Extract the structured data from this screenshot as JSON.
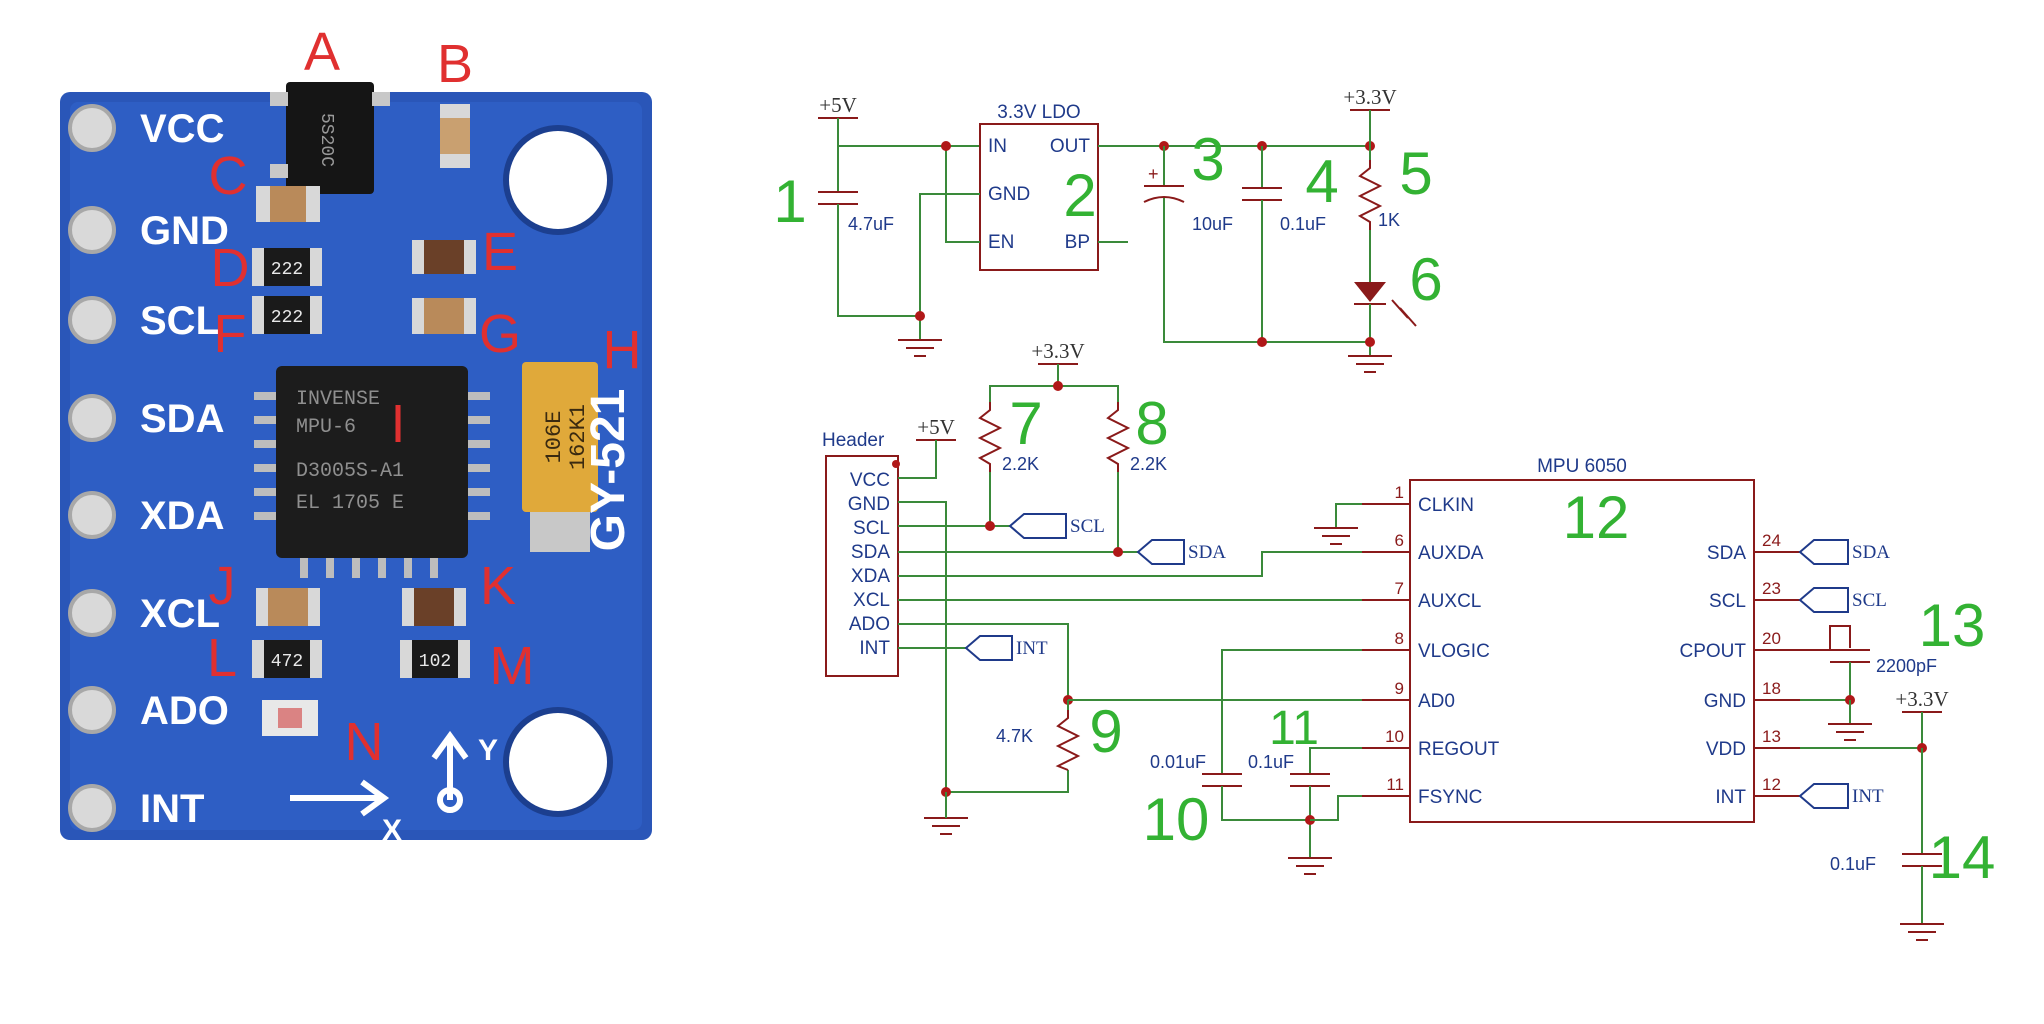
{
  "board": {
    "pins": [
      "VCC",
      "GND",
      "SCL",
      "SDA",
      "XDA",
      "XCL",
      "ADO",
      "INT"
    ],
    "chip_marking": [
      "INVENSE",
      "MPU-6",
      "D3005S-A1",
      "EL 1705 E"
    ],
    "board_name": "GY-521",
    "tantalum_marking": [
      "106E",
      "162K1"
    ],
    "resistor_codes": [
      "222",
      "222",
      "472",
      "102"
    ],
    "regulator_marking": "5S20C",
    "axis_x": "X",
    "axis_y": "Y",
    "labels": [
      "A",
      "B",
      "C",
      "D",
      "E",
      "F",
      "G",
      "H",
      "I",
      "J",
      "K",
      "L",
      "M",
      "N"
    ]
  },
  "schematic": {
    "rail_5v": "+5V",
    "rail_33v": "+3.3V",
    "ldo": {
      "title": "3.3V LDO",
      "in": "IN",
      "out": "OUT",
      "gnd": "GND",
      "en": "EN",
      "bp": "BP"
    },
    "values": {
      "c1": "4.7uF",
      "c3": "10uF",
      "c4": "0.1uF",
      "r5": "1K",
      "r7": "2.2K",
      "r8": "2.2K",
      "r9": "4.7K",
      "c10": "0.01uF",
      "c11": "0.1uF",
      "c13": "2200pF",
      "c14": "0.1uF"
    },
    "header": {
      "title": "Header",
      "pins": [
        "VCC",
        "GND",
        "SCL",
        "SDA",
        "XDA",
        "XCL",
        "ADO",
        "INT"
      ]
    },
    "nets": {
      "scl": "SCL",
      "sda": "SDA",
      "int": "INT"
    },
    "mpu": {
      "title": "MPU 6050",
      "left_pins": [
        {
          "num": "1",
          "name": "CLKIN"
        },
        {
          "num": "6",
          "name": "AUXDA"
        },
        {
          "num": "7",
          "name": "AUXCL"
        },
        {
          "num": "8",
          "name": "VLOGIC"
        },
        {
          "num": "9",
          "name": "AD0"
        },
        {
          "num": "10",
          "name": "REGOUT"
        },
        {
          "num": "11",
          "name": "FSYNC"
        }
      ],
      "right_pins": [
        {
          "num": "24",
          "name": "SDA"
        },
        {
          "num": "23",
          "name": "SCL"
        },
        {
          "num": "20",
          "name": "CPOUT"
        },
        {
          "num": "18",
          "name": "GND"
        },
        {
          "num": "13",
          "name": "VDD"
        },
        {
          "num": "12",
          "name": "INT"
        }
      ]
    },
    "markers": [
      "1",
      "2",
      "3",
      "4",
      "5",
      "6",
      "7",
      "8",
      "9",
      "10",
      "11",
      "12",
      "13",
      "14"
    ]
  },
  "colors": {
    "board_blue": "#2a56b8",
    "label_red": "#e03030",
    "label_green": "#33b233",
    "wire_green": "#3a8a3a",
    "part_red": "#8a1a1a",
    "text_blue": "#1f3a8a"
  }
}
